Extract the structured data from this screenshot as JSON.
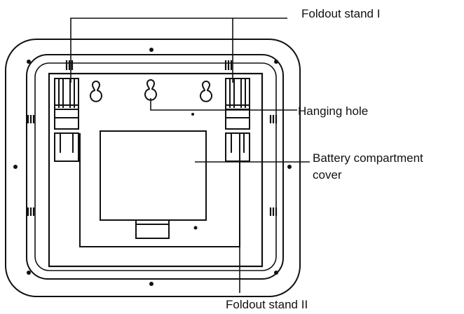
{
  "labels": {
    "foldout_stand_1": "Foldout stand I",
    "hanging_hole": "Hanging hole",
    "battery_line1": "Battery compartment",
    "battery_line2": "cover",
    "foldout_stand_2": "Foldout stand II"
  },
  "colors": {
    "stroke": "#111111",
    "background": "#ffffff"
  }
}
